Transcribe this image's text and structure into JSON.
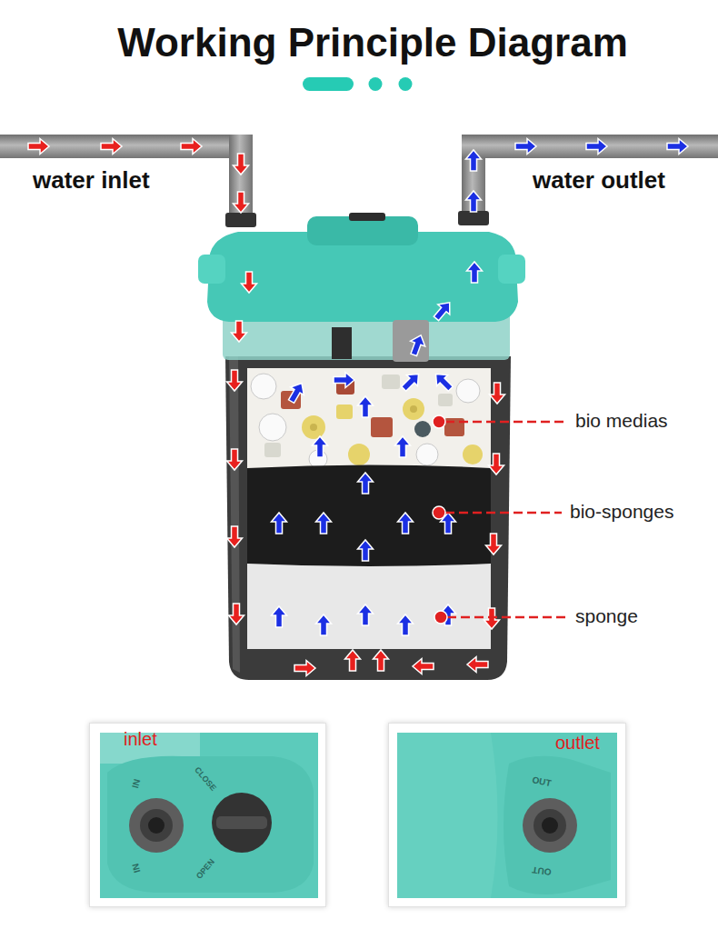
{
  "diagram": {
    "title": "Working Principle Diagram",
    "nodes": [
      {
        "text": [
          "inlet"
        ]
      },
      {
        "text": [
          "outlet"
        ]
      }
    ],
    "labels": [
      "water inlet",
      "water outlet",
      "bio medias",
      "bio-sponges",
      "sponge",
      "IN",
      "CLOSE",
      "OPEN",
      "IN",
      "OUT",
      "OUT"
    ]
  }
}
